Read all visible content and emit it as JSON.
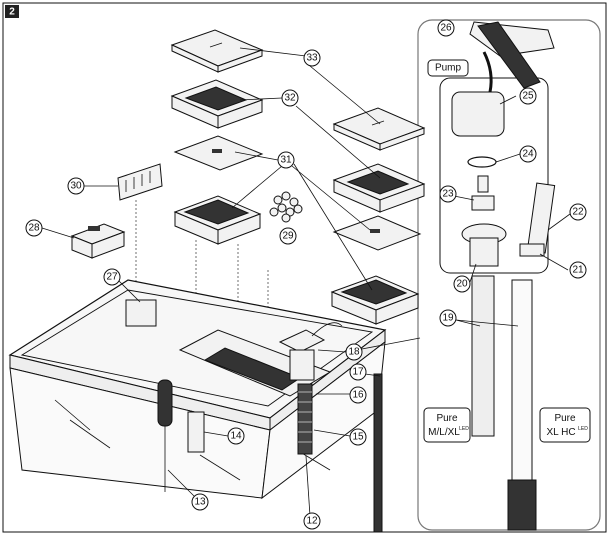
{
  "figure_number": "2",
  "panel_label_pump": "Pump",
  "variant_left": {
    "line1": "Pure",
    "line2": "M/L/XL",
    "sup": "LED"
  },
  "variant_right": {
    "line1": "Pure",
    "line2": "XL HC",
    "sup": "LED"
  },
  "callouts": [
    "12",
    "13",
    "14",
    "15",
    "16",
    "17",
    "18",
    "19",
    "20",
    "21",
    "22",
    "23",
    "24",
    "25",
    "26",
    "27",
    "28",
    "29",
    "30",
    "31",
    "32",
    "33"
  ]
}
